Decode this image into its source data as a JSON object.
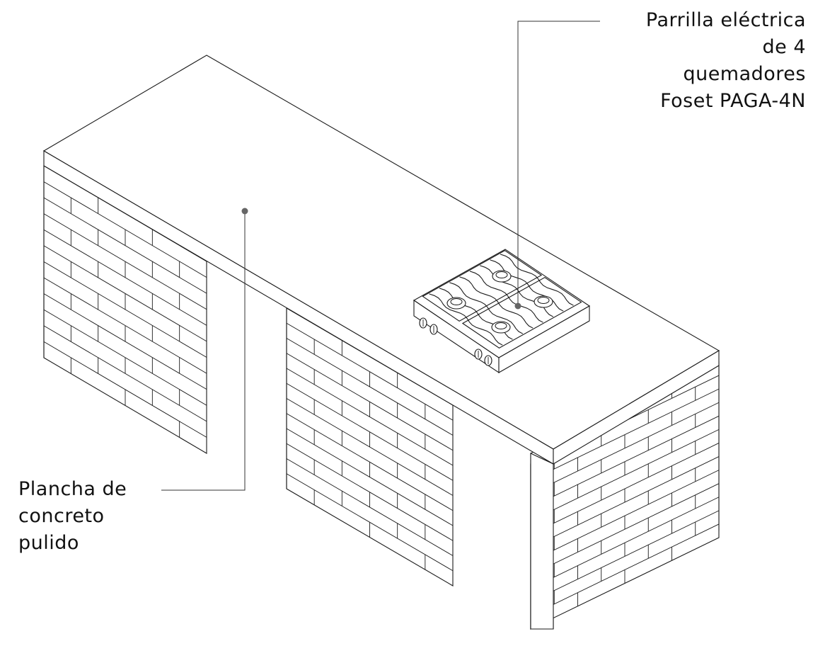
{
  "callouts": {
    "stove": {
      "lines": [
        "Parrilla eléctrica",
        "de 4",
        "quemadores",
        "Foset PAGA-4N"
      ]
    },
    "slab": {
      "lines": [
        "Plancha de",
        "concreto",
        "pulido"
      ]
    }
  },
  "colors": {
    "background": "#ffffff",
    "line": "#1a1a1a",
    "text": "#111111",
    "leader_dot": "#666666"
  },
  "icons": {
    "stove": "four-burner-cooktop",
    "pillar": "brick-pillar",
    "slab": "concrete-slab"
  }
}
